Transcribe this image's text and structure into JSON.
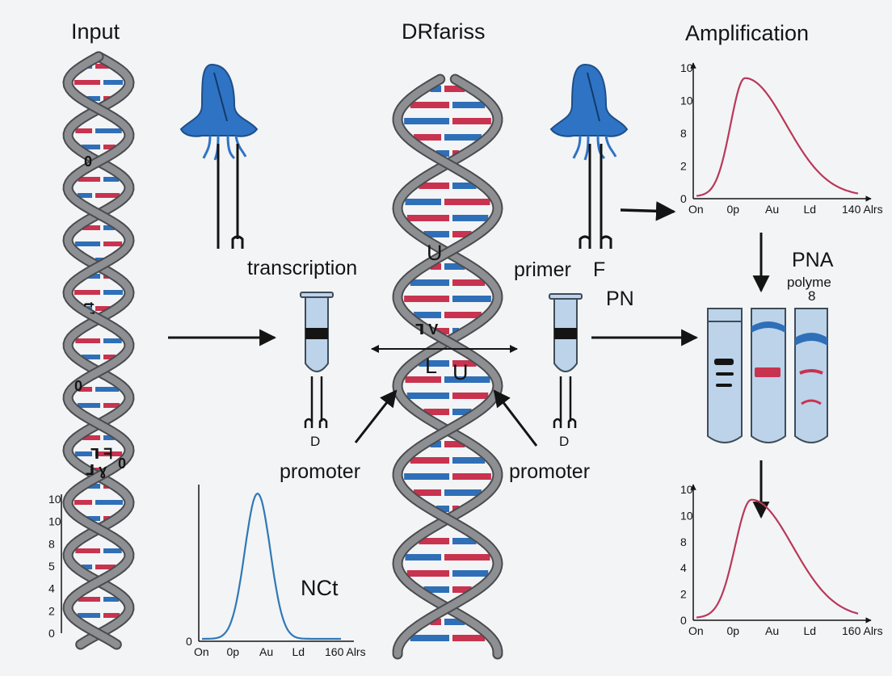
{
  "titles": {
    "input": "Input",
    "middle": "DRfariss",
    "amplification": "Amplification"
  },
  "labels": {
    "transcription": "transcription",
    "primer": "primer",
    "primer_f": "F",
    "pn": "PN",
    "pna": "PNA",
    "polyme": "polyme",
    "pna_glyph": "8",
    "promoter_left": "promoter",
    "promoter_right": "promoter",
    "nct": "NCt",
    "tube_left_d": "D",
    "tube_right_d": "D",
    "helix_left_o1": "0",
    "helix_left_o2": "0",
    "helix_left_o3": "0",
    "helix_left_mark1": "t ʼ",
    "helix_left_mark2": "ᒣ ᖷ",
    "helix_left_mark3": "ᒧ ɣ",
    "center_u1": "U",
    "center_u2": "U",
    "center_mark1": "ᒣ V",
    "center_mark2": "L"
  },
  "colors": {
    "strand": "#8e8f92",
    "strand_outline": "#4a4b4e",
    "base_blue": "#2f6fb8",
    "base_red": "#c8334f",
    "protein": "#2f73c4",
    "tube_fill": "#bcd3ea",
    "tube_outline": "#3e4c5a",
    "curve_red": "#b8385a",
    "curve_blue": "#2f78b8",
    "arrow": "#141414"
  },
  "icons": {
    "arrow": "arrow-right-icon",
    "protein": "polymerase-protein-icon",
    "tube": "test-tube-icon"
  },
  "chart_data": [
    {
      "type": "line",
      "id": "amplification-top",
      "x_ticks": [
        "On",
        "0p",
        "Au",
        "Ld",
        "140 Alrs"
      ],
      "y_ticks": [
        "0",
        "2",
        "8",
        "10",
        "10"
      ],
      "series": [
        {
          "color": "#b8385a",
          "curve": "skewed-peak",
          "peak_x": 1.4,
          "peak_y": 9.8
        }
      ]
    },
    {
      "type": "line",
      "id": "amplification-bottom",
      "x_ticks": [
        "On",
        "0p",
        "Au",
        "Ld",
        "160 Alrs"
      ],
      "y_ticks": [
        "0",
        "2",
        "4",
        "8",
        "10",
        "10"
      ],
      "series": [
        {
          "color": "#b8385a",
          "curve": "skewed-peak",
          "peak_x": 1.5,
          "peak_y": 9.7
        }
      ]
    },
    {
      "type": "line",
      "id": "nct-curve",
      "x_ticks": [
        "On",
        "0p",
        "Au",
        "Ld",
        "160 Alrs"
      ],
      "y_ticks": [
        "0"
      ],
      "series": [
        {
          "color": "#2f78b8",
          "curve": "bell",
          "peak_x": 1.8,
          "peak_y": 10
        }
      ]
    },
    {
      "type": "line",
      "id": "left-axis",
      "x_ticks": [],
      "y_ticks": [
        "0",
        "2",
        "4",
        "5",
        "8",
        "10",
        "10"
      ],
      "series": []
    }
  ]
}
